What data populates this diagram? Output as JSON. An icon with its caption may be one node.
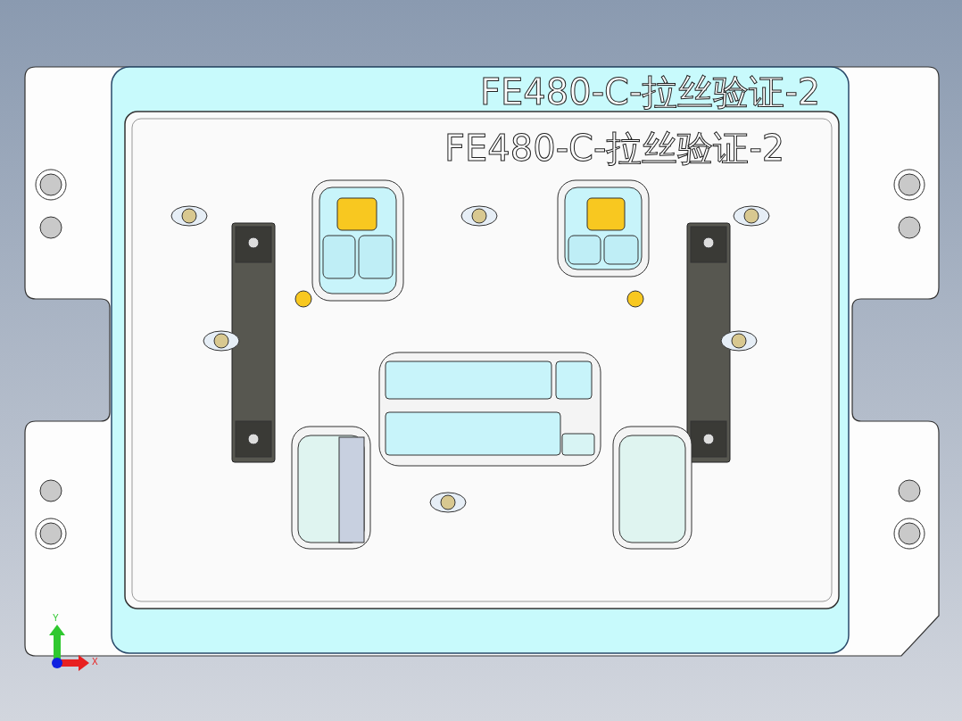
{
  "diagram": {
    "labels": [
      "FE480-C-拉丝验证-2",
      "FE480-C-拉丝验证-2",
      "Y",
      "X"
    ]
  }
}
